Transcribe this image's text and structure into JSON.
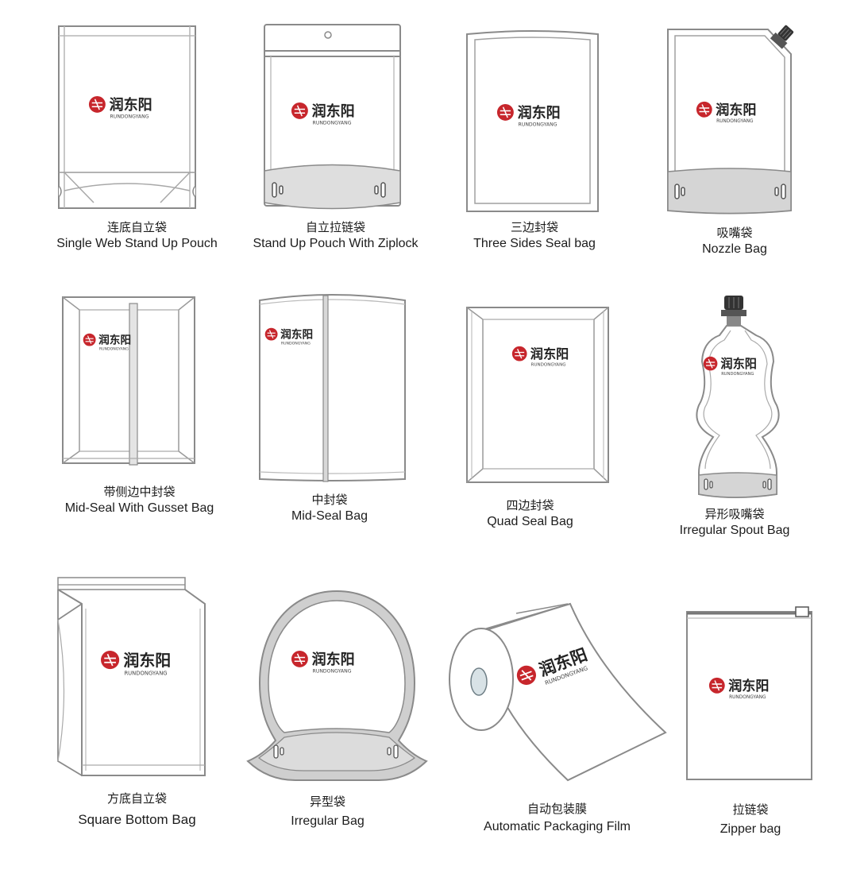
{
  "brand": {
    "name_zh": "润东阳",
    "name_en": "RUNDONGYANG",
    "logo_color": "#c7262c",
    "outline_color": "#8a8a8a",
    "fill_gray": "#d5d5d5"
  },
  "items": [
    {
      "zh": "连底自立袋",
      "en": "Single Web Stand Up Pouch"
    },
    {
      "zh": "自立拉链袋",
      "en": "Stand Up Pouch With Ziplock"
    },
    {
      "zh": "三边封袋",
      "en": "Three Sides Seal bag"
    },
    {
      "zh": "吸嘴袋",
      "en": "Nozzle Bag"
    },
    {
      "zh": "带侧边中封袋",
      "en": "Mid-Seal With Gusset Bag"
    },
    {
      "zh": "中封袋",
      "en": "Mid-Seal Bag"
    },
    {
      "zh": "四边封袋",
      "en": "Quad Seal Bag"
    },
    {
      "zh": "异形吸嘴袋",
      "en": "Irregular Spout Bag"
    },
    {
      "zh": "方底自立袋",
      "en": "Square Bottom Bag"
    },
    {
      "zh": "异型袋",
      "en": "Irregular Bag"
    },
    {
      "zh": "自动包装膜",
      "en": "Automatic Packaging Film"
    },
    {
      "zh": "拉链袋",
      "en": "Zipper bag"
    }
  ]
}
